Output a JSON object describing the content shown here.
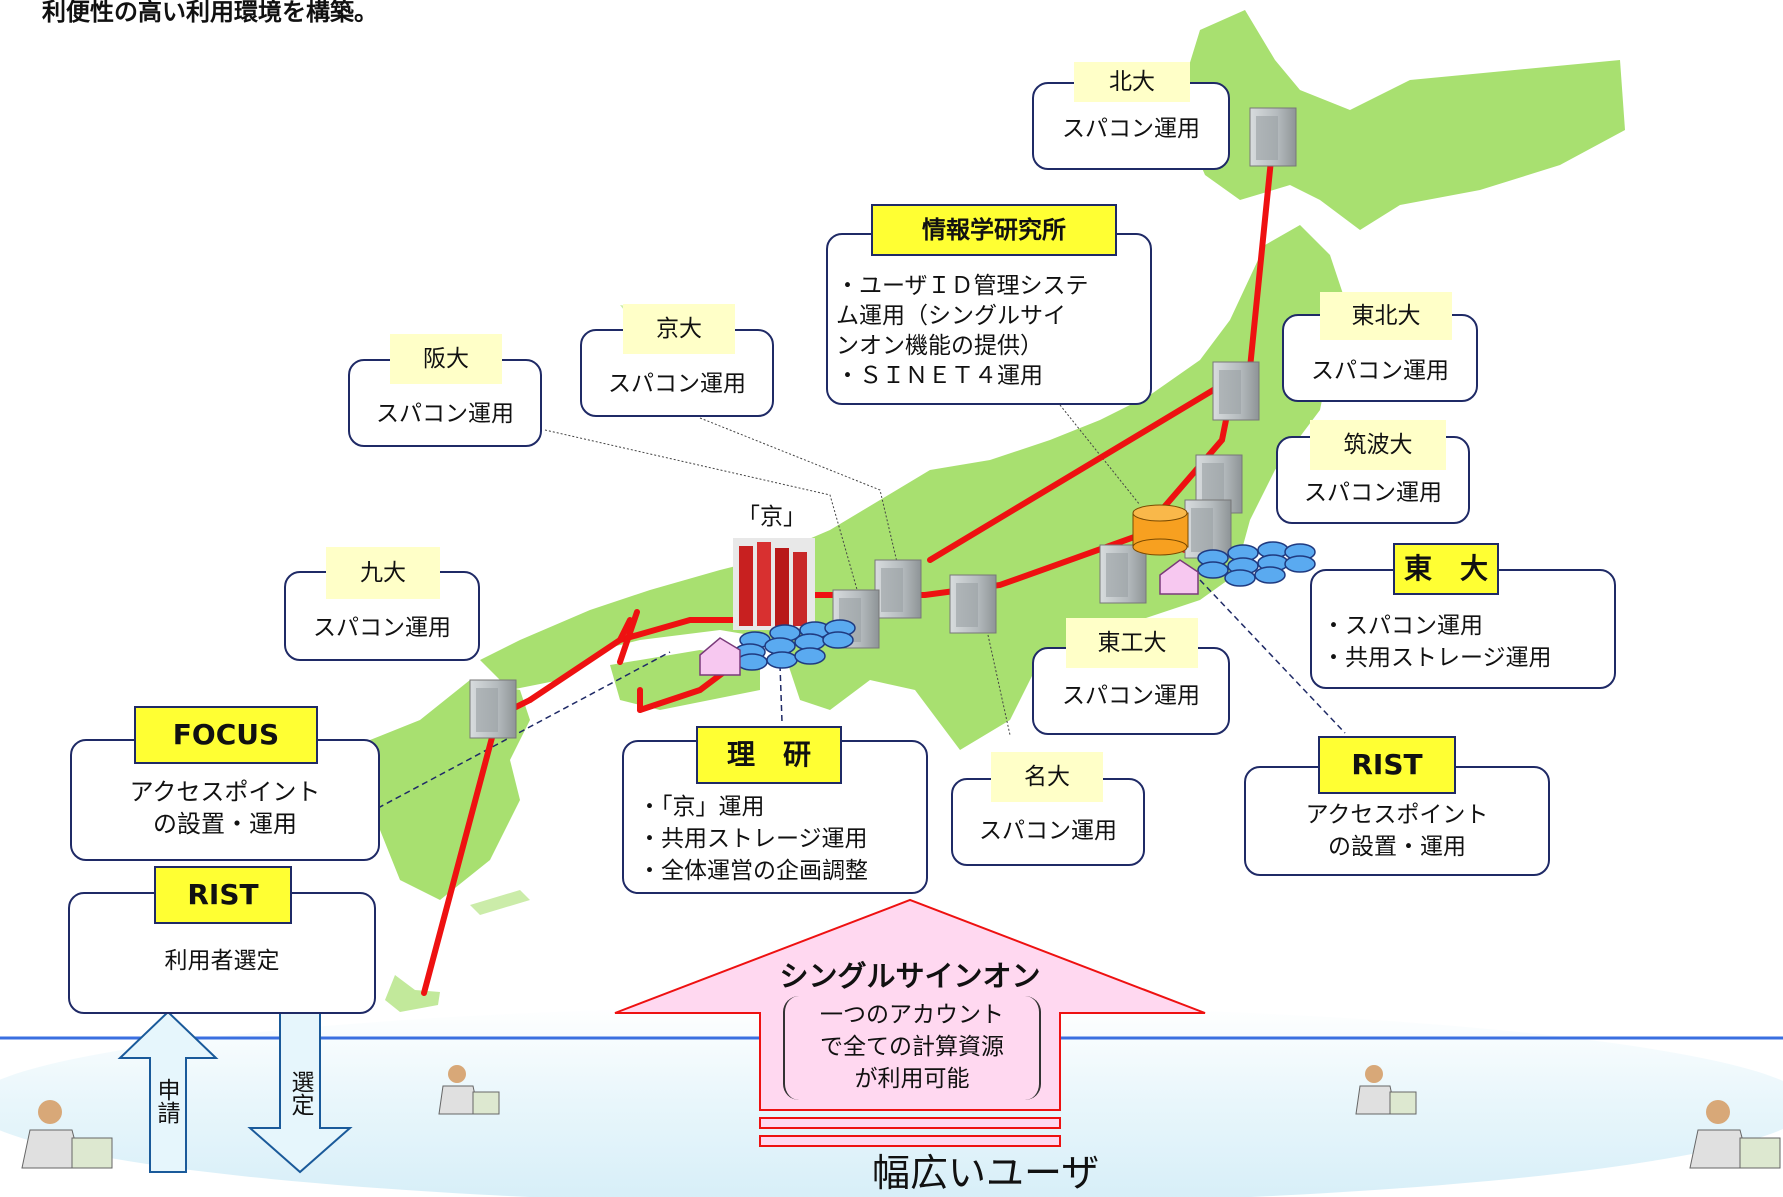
{
  "top_caption": "利便性の高い利用環境を構築。",
  "nii": {
    "title": "情報学研究所",
    "items": [
      "・ユーザＩＤ管理システ",
      "ム運用（シングルサイ",
      "ンオン機能の提供）",
      "・ＳＩＮＥＴ４運用"
    ]
  },
  "hokudai": {
    "title": "北大",
    "desc": "スパコン運用"
  },
  "tohoku": {
    "title": "東北大",
    "desc": "スパコン運用"
  },
  "tsukuba": {
    "title": "筑波大",
    "desc": "スパコン運用"
  },
  "todai": {
    "title": "東　大",
    "items": [
      "・スパコン運用",
      "・共用ストレージ運用"
    ]
  },
  "titech": {
    "title": "東工大",
    "desc": "スパコン運用"
  },
  "nagoya": {
    "title": "名大",
    "desc": "スパコン運用"
  },
  "kyoto": {
    "title": "京大",
    "desc": "スパコン運用"
  },
  "osaka": {
    "title": "阪大",
    "desc": "スパコン運用"
  },
  "kyushu": {
    "title": "九大",
    "desc": "スパコン運用"
  },
  "k_computer": "「京」",
  "riken": {
    "title": "理　研",
    "items": [
      "・「京」運用",
      "・共用ストレージ運用",
      "・全体運営の企画調整"
    ]
  },
  "focus": {
    "title": "FOCUS",
    "items": [
      "アクセスポイント",
      "の設置・運用"
    ]
  },
  "rist_east": {
    "title": "RIST",
    "items": [
      "アクセスポイント",
      "の設置・運用"
    ]
  },
  "rist_user": {
    "title": "RIST",
    "desc": "利用者選定"
  },
  "sso": {
    "title": "シングルサインオン",
    "items": [
      "一つのアカウント",
      "で全ての計算資源",
      "が利用可能"
    ]
  },
  "apply_label": "申請",
  "select_label": "選定",
  "users_label": "幅広いユーザ",
  "colors": {
    "map": "#a8e070",
    "network": "#ee1111",
    "box_border": "#1f2a66",
    "label_bg": "#ffffc8",
    "highlight": "#ffff33",
    "sso_fill": "#ffd8f0"
  }
}
